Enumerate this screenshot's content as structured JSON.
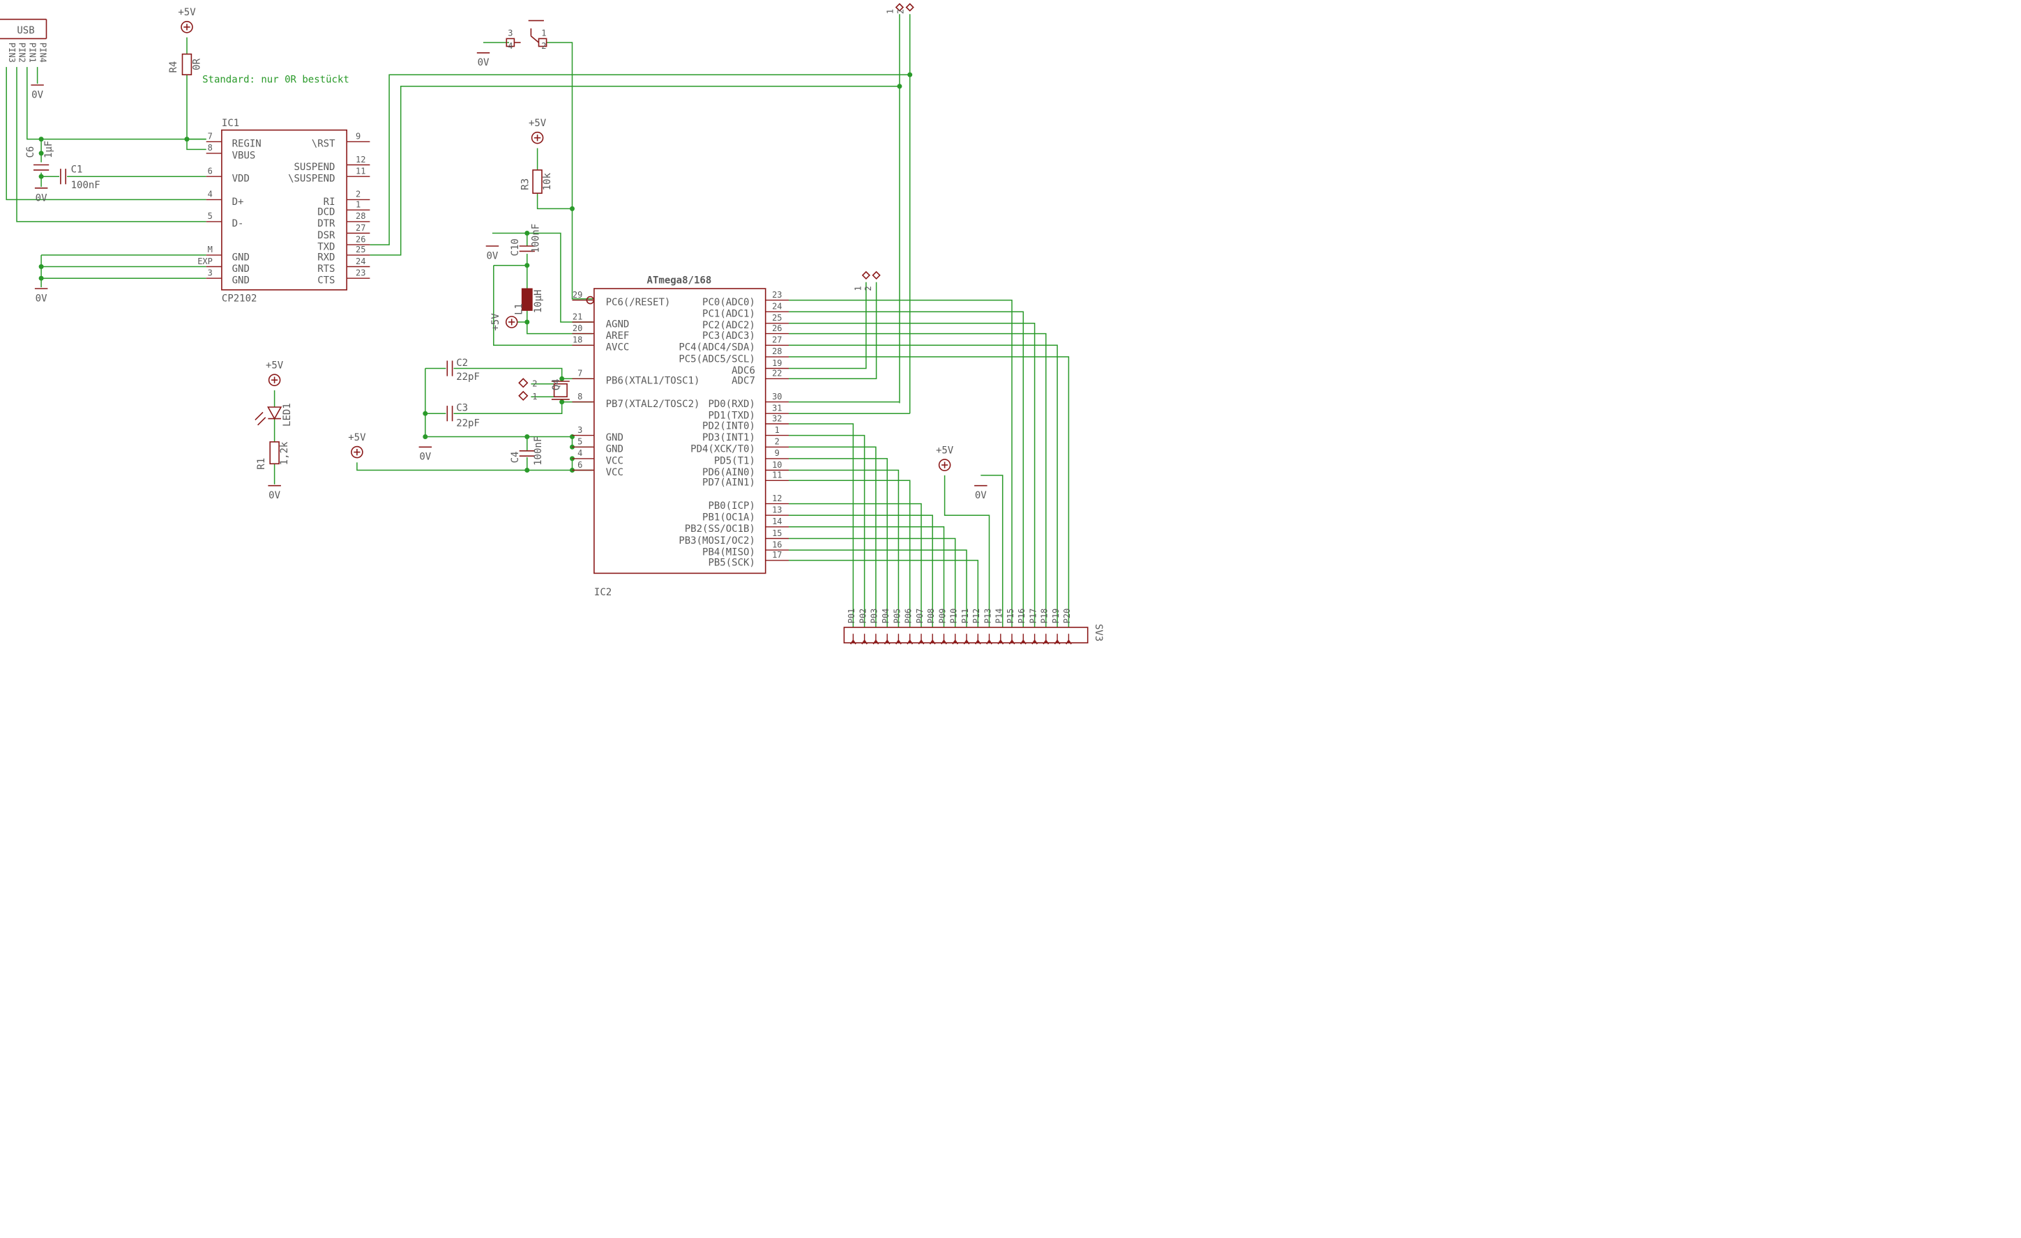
{
  "usb": {
    "label": "USB",
    "pins": [
      "PIN3",
      "PIN2",
      "PIN1",
      "PIN4"
    ]
  },
  "note": "Standard: nur 0R bestückt",
  "ic1": {
    "ref": "IC1",
    "part": "CP2102",
    "left_pins": [
      {
        "num": "7",
        "name": "REGIN"
      },
      {
        "num": "8",
        "name": "VBUS"
      },
      {
        "num": "6",
        "name": "VDD"
      },
      {
        "num": "4",
        "name": "D+"
      },
      {
        "num": "5",
        "name": "D-"
      },
      {
        "num": "M",
        "name": "GND"
      },
      {
        "num": "EXP",
        "name": "GND"
      },
      {
        "num": "3",
        "name": "GND"
      }
    ],
    "right_pins": [
      {
        "num": "9",
        "name": "\\RST"
      },
      {
        "num": "12",
        "name": "SUSPEND"
      },
      {
        "num": "11",
        "name": "\\SUSPEND"
      },
      {
        "num": "2",
        "name": "RI"
      },
      {
        "num": "1",
        "name": "DCD"
      },
      {
        "num": "28",
        "name": "DTR"
      },
      {
        "num": "27",
        "name": "DSR"
      },
      {
        "num": "26",
        "name": "TXD"
      },
      {
        "num": "25",
        "name": "RXD"
      },
      {
        "num": "24",
        "name": "RTS"
      },
      {
        "num": "23",
        "name": "CTS"
      }
    ]
  },
  "ic2": {
    "title": "ATmega8/168",
    "ref": "IC2",
    "left_pins": [
      {
        "num": "29",
        "name": "PC6(/RESET)"
      },
      {
        "num": "21",
        "name": "AGND"
      },
      {
        "num": "20",
        "name": "AREF"
      },
      {
        "num": "18",
        "name": "AVCC"
      },
      {
        "num": "7",
        "name": "PB6(XTAL1/TOSC1)"
      },
      {
        "num": "8",
        "name": "PB7(XTAL2/TOSC2)"
      },
      {
        "num": "3",
        "name": "GND"
      },
      {
        "num": "5",
        "name": "GND"
      },
      {
        "num": "4",
        "name": "VCC"
      },
      {
        "num": "6",
        "name": "VCC"
      }
    ],
    "right_pins": [
      {
        "num": "23",
        "name": "PC0(ADC0)"
      },
      {
        "num": "24",
        "name": "PC1(ADC1)"
      },
      {
        "num": "25",
        "name": "PC2(ADC2)"
      },
      {
        "num": "26",
        "name": "PC3(ADC3)"
      },
      {
        "num": "27",
        "name": "PC4(ADC4/SDA)"
      },
      {
        "num": "28",
        "name": "PC5(ADC5/SCL)"
      },
      {
        "num": "19",
        "name": "ADC6"
      },
      {
        "num": "22",
        "name": "ADC7"
      },
      {
        "num": "30",
        "name": "PD0(RXD)"
      },
      {
        "num": "31",
        "name": "PD1(TXD)"
      },
      {
        "num": "32",
        "name": "PD2(INT0)"
      },
      {
        "num": "1",
        "name": "PD3(INT1)"
      },
      {
        "num": "2",
        "name": "PD4(XCK/T0)"
      },
      {
        "num": "9",
        "name": "PD5(T1)"
      },
      {
        "num": "10",
        "name": "PD6(AIN0)"
      },
      {
        "num": "11",
        "name": "PD7(AIN1)"
      },
      {
        "num": "12",
        "name": "PB0(ICP)"
      },
      {
        "num": "13",
        "name": "PB1(OC1A)"
      },
      {
        "num": "14",
        "name": "PB2(SS/OC1B)"
      },
      {
        "num": "15",
        "name": "PB3(MOSI/OC2)"
      },
      {
        "num": "16",
        "name": "PB4(MISO)"
      },
      {
        "num": "17",
        "name": "PB5(SCK)"
      }
    ]
  },
  "components": {
    "r4": {
      "ref": "R4",
      "value": "0R"
    },
    "r3": {
      "ref": "R3",
      "value": "10k"
    },
    "r1": {
      "ref": "R1",
      "value": "1,2k"
    },
    "c6": {
      "ref": "C6",
      "value": "1µF"
    },
    "c1": {
      "ref": "C1",
      "value": "100nF"
    },
    "c10": {
      "ref": "C10",
      "value": "100nF"
    },
    "c2": {
      "ref": "C2",
      "value": "22pF"
    },
    "c3": {
      "ref": "C3",
      "value": "22pF"
    },
    "c4": {
      "ref": "C4",
      "value": "100nF"
    },
    "l1": {
      "ref": "L1",
      "value": "10µH"
    },
    "q4": {
      "ref": "Q4"
    },
    "led1": {
      "ref": "LED1"
    },
    "sv3": {
      "ref": "SV3"
    }
  },
  "supply": {
    "vcc": "+5V",
    "gnd": "0V"
  },
  "switch_pins": [
    "3",
    "1",
    "4",
    "2"
  ],
  "header_pin_nums": [
    "1",
    "2"
  ],
  "q4_pins": [
    "2",
    "1"
  ],
  "sv3_pins": [
    "P01",
    "P02",
    "P03",
    "P04",
    "P05",
    "P06",
    "P07",
    "P08",
    "P09",
    "P10",
    "P11",
    "P12",
    "P13",
    "P14",
    "P15",
    "P16",
    "P17",
    "P18",
    "P19",
    "P20"
  ]
}
